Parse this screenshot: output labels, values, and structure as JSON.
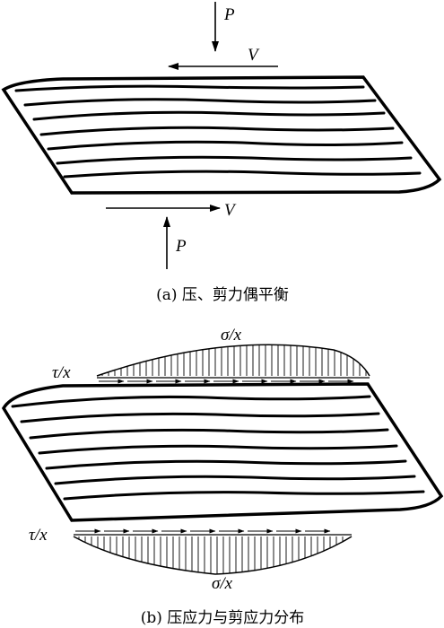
{
  "diagram_a": {
    "force_p_top": "P",
    "force_v_top": "V",
    "force_v_bottom": "V",
    "force_p_bottom": "P",
    "caption": "(a) 压、剪力偶平衡"
  },
  "diagram_b": {
    "sigma_top": "σ/x",
    "tau_top": "τ/x",
    "tau_bottom": "τ/x",
    "sigma_bottom": "σ/x",
    "caption": "(b) 压应力与剪应力分布"
  },
  "colors": {
    "stroke": "#000000",
    "background": "#ffffff"
  }
}
